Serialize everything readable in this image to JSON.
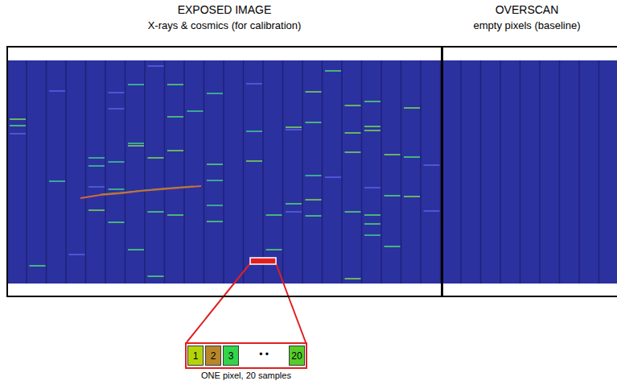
{
  "diagram": {
    "nodes": [
      {
        "text": [
          "EXPOSED IMAGE",
          "X-rays & cosmics (for calibration)"
        ]
      },
      {
        "text": [
          "OVERSCAN",
          "empty pixels (baseline)"
        ]
      },
      {
        "text": [
          "ONE pixel, 20 samples"
        ]
      },
      {
        "text": [
          "1"
        ],
        "in": 2
      },
      {
        "text": [
          "2"
        ],
        "in": 2
      },
      {
        "text": [
          "3"
        ],
        "in": 2
      },
      {
        "text": [
          "20"
        ],
        "in": 2
      }
    ],
    "labels": [
      "• •"
    ]
  }
}
